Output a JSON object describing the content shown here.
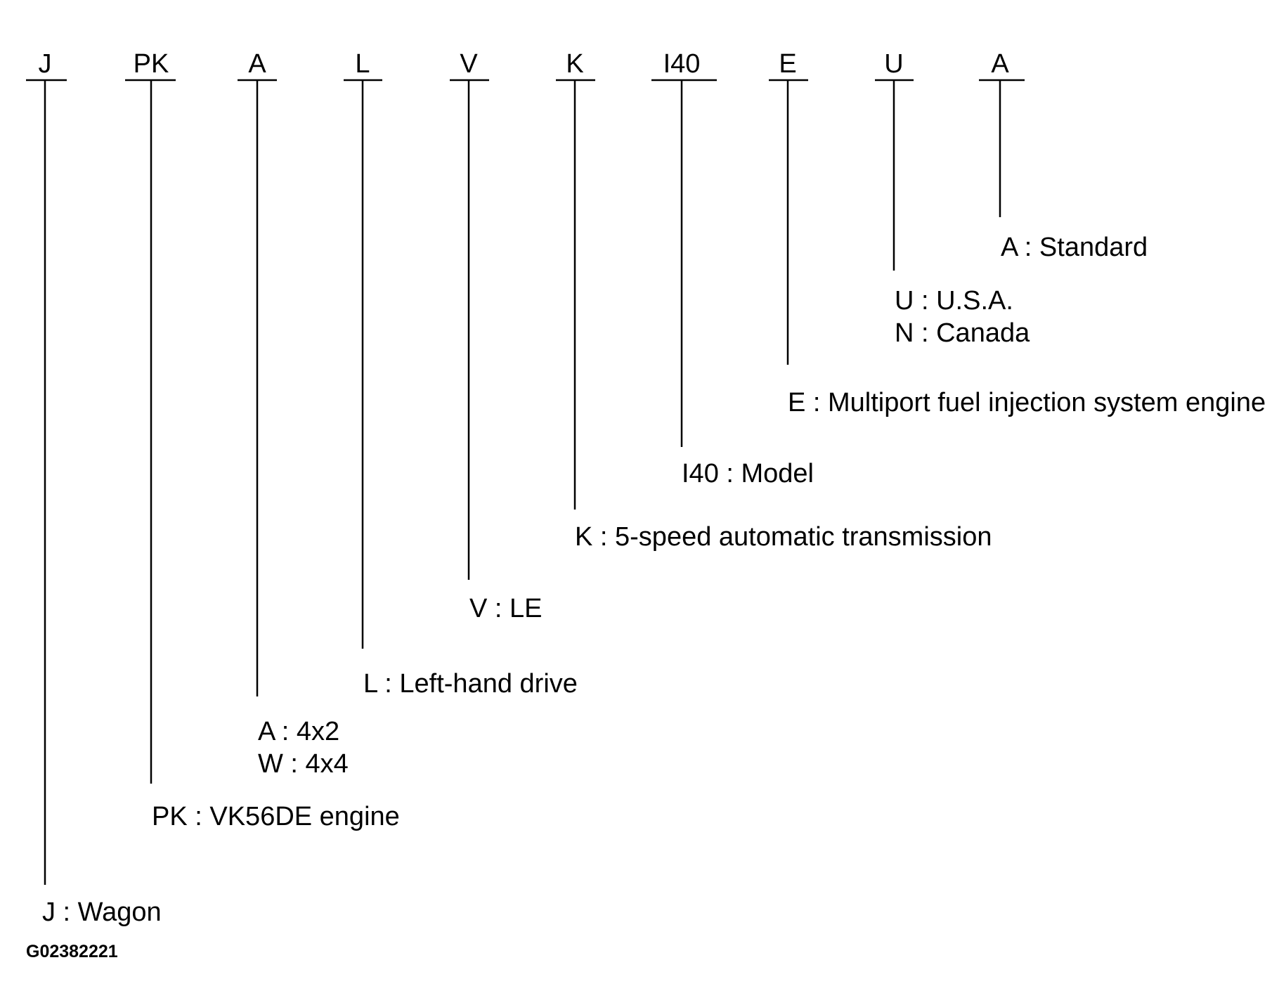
{
  "segments": [
    {
      "code": "J",
      "descriptions": [
        "J : Wagon"
      ]
    },
    {
      "code": "PK",
      "descriptions": [
        "PK : VK56DE engine"
      ]
    },
    {
      "code": "A",
      "descriptions": [
        "A : 4x2",
        "W : 4x4"
      ]
    },
    {
      "code": "L",
      "descriptions": [
        "L : Left-hand drive"
      ]
    },
    {
      "code": "V",
      "descriptions": [
        "V : LE"
      ]
    },
    {
      "code": "K",
      "descriptions": [
        "K : 5-speed automatic transmission"
      ]
    },
    {
      "code": "I40",
      "descriptions": [
        "I40 : Model"
      ]
    },
    {
      "code": "E",
      "descriptions": [
        "E : Multiport fuel injection system engine"
      ]
    },
    {
      "code": "U",
      "descriptions": [
        "U : U.S.A.",
        "N : Canada"
      ]
    },
    {
      "code": "A",
      "descriptions": [
        "A : Standard"
      ]
    }
  ],
  "figure_id": "G02382221"
}
